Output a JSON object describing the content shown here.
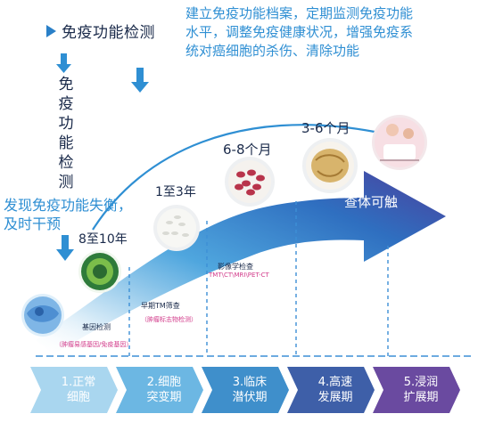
{
  "header": {
    "title": "免疫功能检测",
    "intro_lines": [
      "建立免疫功能档案，定期监测免疫功能",
      "水平，调整免疫健康状况，增强免疫系",
      "统对癌细胞的杀伤、清除功能"
    ]
  },
  "vertical_label": [
    "免",
    "疫",
    "功",
    "能",
    "检",
    "测"
  ],
  "discover_lines": [
    "发现免疫功能失衡，",
    "及时干预"
  ],
  "timeline": {
    "t1": "8至10年",
    "t2": "1至3年",
    "t3": "6-8个月",
    "t4": "3-6个月"
  },
  "captions": {
    "gene": "基因检测",
    "gene_sub": "（肿瘤易感基因/免疫基因）",
    "tm": "早期TM筛查",
    "tm_sub": "（肿瘤标志物检测）",
    "imaging": "影像学检查",
    "imaging_sub": "TMT\\CT\\MRI\\PET-CT"
  },
  "arrow_label": "查体可触",
  "stages": [
    {
      "line1": "1.正常",
      "line2": "细胞"
    },
    {
      "line1": "2.细胞",
      "line2": "突变期"
    },
    {
      "line1": "3.临床",
      "line2": "潜伏期"
    },
    {
      "line1": "4.高速",
      "line2": "发展期"
    },
    {
      "line1": "5.浸润",
      "line2": "扩展期"
    }
  ],
  "colors": {
    "stage_1": "#a9d6ef",
    "stage_2": "#6cb7e3",
    "stage_3": "#3f8fcb",
    "stage_4": "#3e5fa8",
    "stage_5": "#6a4aa0",
    "accent_text": "#2f8fd3",
    "dashed_line": "#3d8fd6"
  },
  "icons": {
    "blue_arrow": "down-arrow-icon",
    "bullet": "triangle-bullet-icon"
  }
}
